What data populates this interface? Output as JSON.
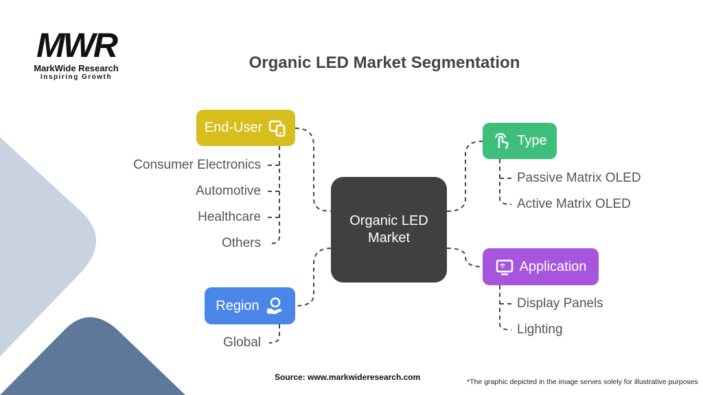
{
  "logo": {
    "mark": "MWR",
    "name": "MarkWide Research",
    "tagline": "Inspiring Growth"
  },
  "title": "Organic LED Market Segmentation",
  "center": {
    "line1": "Organic LED",
    "line2": "Market",
    "color": "#404040"
  },
  "segments": {
    "end_user": {
      "label": "End-User",
      "color": "#D6BE1C",
      "icon": "devices-icon",
      "items": [
        "Consumer Electronics",
        "Automotive",
        "Healthcare",
        "Others"
      ]
    },
    "type": {
      "label": "Type",
      "color": "#3DBE7B",
      "icon": "touch-hand-icon",
      "items": [
        "Passive Matrix OLED",
        "Active Matrix OLED"
      ]
    },
    "application": {
      "label": "Application",
      "color": "#A855DD",
      "icon": "smart-tv-icon",
      "items": [
        "Display Panels",
        "Lighting"
      ]
    },
    "region": {
      "label": "Region",
      "color": "#4A86E8",
      "icon": "globe-hand-icon",
      "items": [
        "Global"
      ]
    }
  },
  "source": "Source: www.markwideresearch.com",
  "footnote": "*The graphic depicted in the image serves solely for illustrative purposes"
}
